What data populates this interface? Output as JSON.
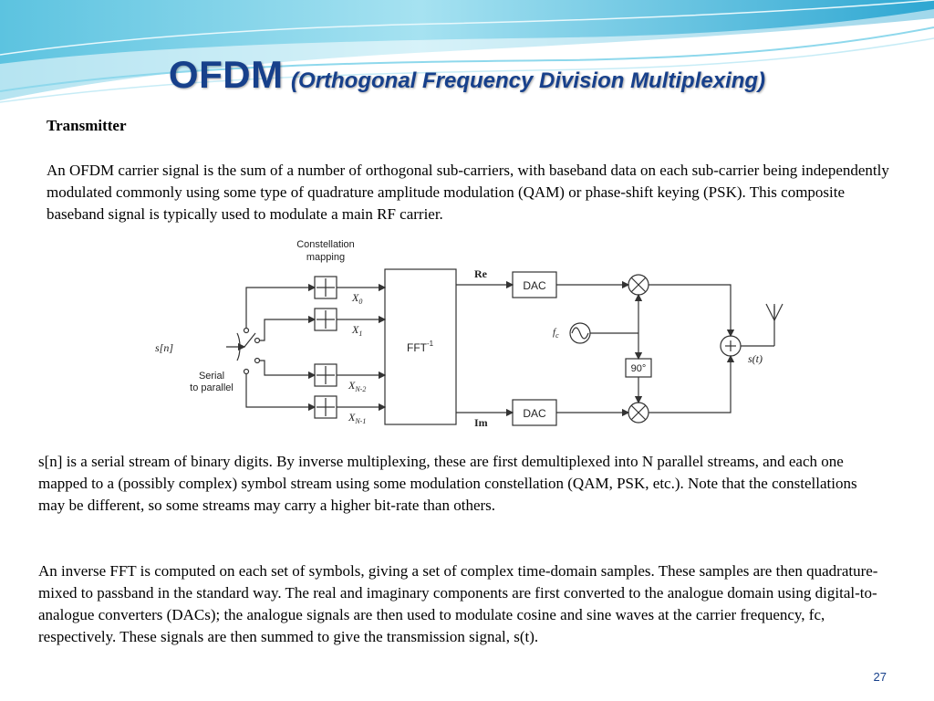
{
  "slide": {
    "title_main": "OFDM",
    "title_sub": "(Orthogonal Frequency  Division Multiplexing)",
    "section_heading": "Transmitter",
    "paragraph_1": "An OFDM carrier signal is the sum of a number of orthogonal sub-carriers, with baseband data on each sub-carrier being independently modulated commonly using some type of quadrature amplitude modulation (QAM) or phase-shift keying (PSK). This composite baseband signal is typically used to modulate a main RF carrier.",
    "paragraph_2": "s[n] is a serial stream of binary digits. By inverse multiplexing, these are first demultiplexed into N parallel streams, and each one mapped to a (possibly complex) symbol stream using some modulation constellation (QAM, PSK, etc.). Note that the constellations may be different, so some streams may carry a higher bit-rate than others.",
    "paragraph_3": "An inverse FFT is computed on each set of symbols, giving a set of complex time-domain samples. These samples are then quadrature-mixed to passband in the standard way. The real and imaginary components are first converted to the analogue domain using digital-to-analogue converters (DACs); the analogue signals are then used to modulate cosine and sine waves at the carrier frequency, fc, respectively. These signals are then summed to give the transmission signal, s(t).",
    "page_number": "27"
  },
  "diagram": {
    "constellation_label_1": "Constellation",
    "constellation_label_2": "mapping",
    "input_label": "s[n]",
    "serial_label_1": "Serial",
    "serial_label_2": "to parallel",
    "x0_base": "X",
    "x0_sub": "0",
    "x1_base": "X",
    "x1_sub": "1",
    "xn2_base": "X",
    "xn2_sub": "N-2",
    "xn1_base": "X",
    "xn1_sub": "N-1",
    "fft_label": "FFT",
    "fft_sup": "-1",
    "re_label": "Re",
    "im_label": "Im",
    "dac_top": "DAC",
    "dac_bottom": "DAC",
    "fc_base": "f",
    "fc_sub": "c",
    "phase_label": "90°",
    "output_label": "s(t)"
  },
  "colors": {
    "title": "#17408b",
    "banner_light": "#bfe8f3",
    "banner_mid": "#7dd3e8",
    "banner_dark": "#3fb2d6"
  }
}
